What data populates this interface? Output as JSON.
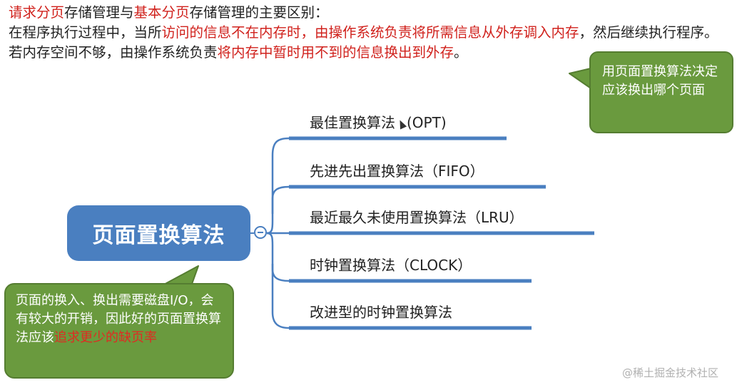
{
  "intro": {
    "line1": [
      {
        "text": "请求分页",
        "red": true
      },
      {
        "text": "存储管理与",
        "red": false
      },
      {
        "text": "基本分页",
        "red": true
      },
      {
        "text": "存储管理的主要区别：",
        "red": false
      }
    ],
    "line2": [
      {
        "text": "在程序执行过程中，当所",
        "red": false
      },
      {
        "text": "访问的信息不在内存时，由操作系统负责将所需信息从外存调入内存",
        "red": true
      },
      {
        "text": "，然后继续执行程序。",
        "red": false
      }
    ],
    "line3": [
      {
        "text": "若内存空间不够，由操作系统负责",
        "red": false
      },
      {
        "text": "将内存中暂时用不到的信息换出到外存",
        "red": true
      },
      {
        "text": "。",
        "red": false
      }
    ]
  },
  "callout_right": "用页面置换算法决定应该换出哪个页面",
  "central_topic": "页面置换算法",
  "branches": [
    {
      "prefix": "最佳置换算法",
      "suffix": "(OPT)"
    },
    {
      "prefix": "先进先出置换算法（FIFO）",
      "suffix": ""
    },
    {
      "prefix": "最近最久未使用置换算法（LRU）",
      "suffix": ""
    },
    {
      "prefix": "时钟置换算法（CLOCK）",
      "suffix": ""
    },
    {
      "prefix": "改进型的时钟置换算法",
      "suffix": ""
    }
  ],
  "callout_left": {
    "normal": "页面的换入、换出需要磁盘I/O，会有较大的开销，因此好的页面置换算法应该",
    "red": "追求更少的缺页率"
  },
  "watermark": "@稀土掘金技术社区",
  "colors": {
    "accent_red": "#d0211c",
    "topic_blue": "#4a7fc0",
    "callout_green": "#6a9a3e",
    "line_blue": "#4a7fc0"
  }
}
